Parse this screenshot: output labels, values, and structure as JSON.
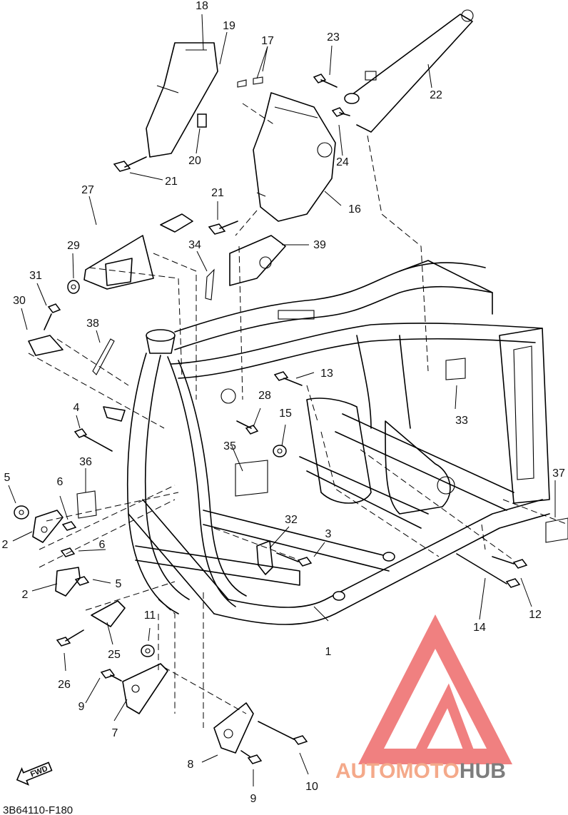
{
  "diagram": {
    "callouts": {
      "c1": "1",
      "c2a": "2",
      "c2b": "2",
      "c3": "3",
      "c4": "4",
      "c5a": "5",
      "c5b": "5",
      "c6a": "6",
      "c6b": "6",
      "c7": "7",
      "c8": "8",
      "c9a": "9",
      "c9b": "9",
      "c10": "10",
      "c11": "11",
      "c12": "12",
      "c13": "13",
      "c14": "14",
      "c15": "15",
      "c16": "16",
      "c17": "17",
      "c18": "18",
      "c19": "19",
      "c20": "20",
      "c21a": "21",
      "c21b": "21",
      "c22": "22",
      "c23": "23",
      "c24": "24",
      "c25": "25",
      "c26": "26",
      "c27": "27",
      "c28": "28",
      "c29": "29",
      "c30": "30",
      "c31": "31",
      "c32": "32",
      "c33": "33",
      "c34": "34",
      "c35": "35",
      "c36": "36",
      "c37": "37",
      "c38": "38",
      "c39": "39"
    },
    "fwd_label": "FWD",
    "drawing_code": "3B64110-F180"
  },
  "watermark": {
    "part1": "AUTO",
    "part2": "MOTO",
    "part3": "HUB",
    "color_logo": "#f08080",
    "color_text_light": "#f4a98a",
    "color_text_dark": "#7d7d7d"
  }
}
